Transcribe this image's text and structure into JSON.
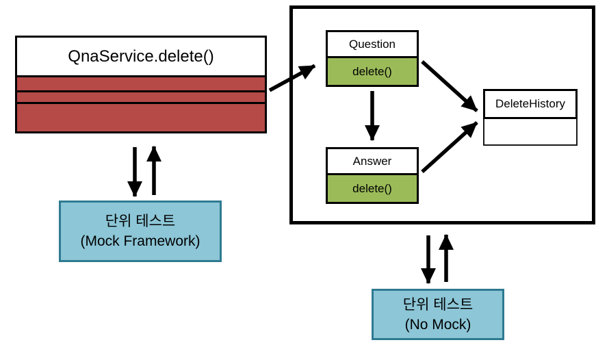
{
  "qna_service": {
    "title": "QnaService.delete()"
  },
  "system_box": {
    "question": {
      "title": "Question",
      "method_label": "delete()"
    },
    "answer": {
      "title": "Answer",
      "method_label": "delete()"
    },
    "delete_history": {
      "title": "DeleteHistory"
    }
  },
  "mock_test": {
    "line1": "단위 테스트",
    "line2": "(Mock Framework)"
  },
  "no_mock_test": {
    "line1": "단위 테스트",
    "line2": "(No Mock)"
  },
  "colors": {
    "stripe_red": "#b54a47",
    "method_green": "#9bbb59",
    "test_box_fill": "#8cc6d7",
    "test_box_border": "#2e7a91",
    "arrow_black": "#000000"
  },
  "edges": [
    {
      "from": "qna-service",
      "to": "question",
      "type": "arrow"
    },
    {
      "from": "question",
      "to": "answer",
      "type": "arrow"
    },
    {
      "from": "question",
      "to": "delete-history",
      "type": "arrow"
    },
    {
      "from": "answer",
      "to": "delete-history",
      "type": "arrow"
    },
    {
      "from": "qna-service",
      "to": "mock-test",
      "type": "arrow"
    },
    {
      "from": "mock-test",
      "to": "qna-service",
      "type": "arrow"
    },
    {
      "from": "system-box",
      "to": "no-mock-test",
      "type": "arrow"
    },
    {
      "from": "no-mock-test",
      "to": "system-box",
      "type": "arrow"
    }
  ]
}
